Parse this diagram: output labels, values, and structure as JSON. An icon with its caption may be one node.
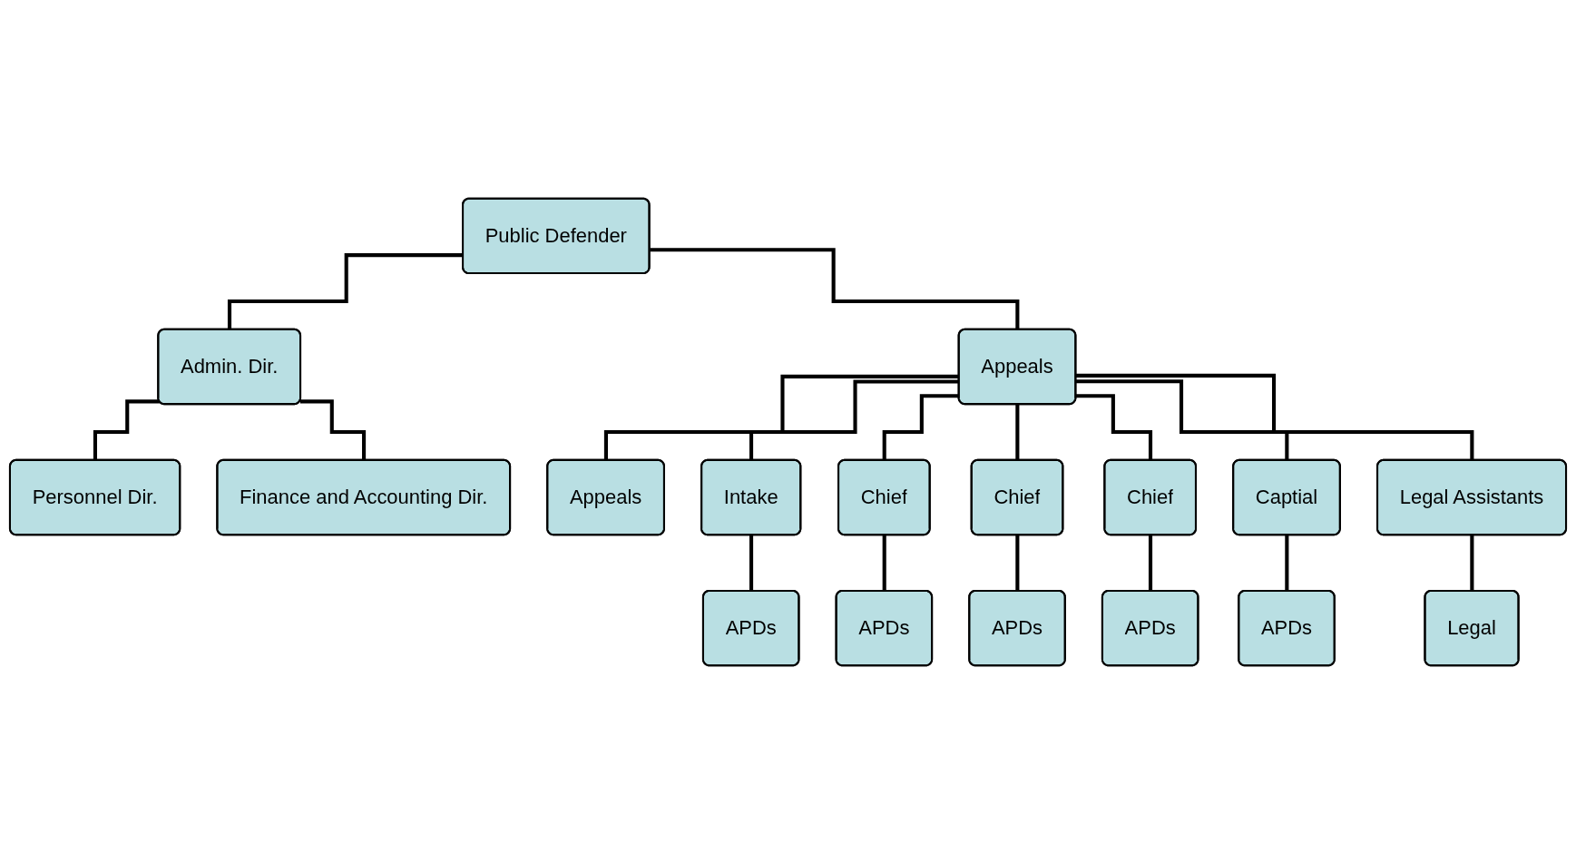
{
  "diagram": {
    "nodes": [
      {
        "text": [
          "Public Defender"
        ]
      },
      {
        "text": [
          "Admin. Dir."
        ]
      },
      {
        "text": [
          "Personnel Dir."
        ]
      },
      {
        "text": [
          "Finance and Accounting Dir."
        ]
      },
      {
        "text": [
          "Appeals"
        ]
      },
      {
        "text": [
          "Appeals"
        ]
      },
      {
        "text": [
          "Intake"
        ]
      },
      {
        "text": [
          "Chief"
        ]
      },
      {
        "text": [
          "Chief"
        ]
      },
      {
        "text": [
          "Chief"
        ]
      },
      {
        "text": [
          "Captial"
        ]
      },
      {
        "text": [
          "Legal Assistants"
        ]
      },
      {
        "text": [
          "APDs"
        ]
      },
      {
        "text": [
          "APDs"
        ]
      },
      {
        "text": [
          "APDs"
        ]
      },
      {
        "text": [
          "APDs"
        ]
      },
      {
        "text": [
          "APDs"
        ]
      },
      {
        "text": [
          "Legal"
        ]
      }
    ],
    "edges": [
      {
        "from": 0,
        "to": 1,
        "arrow": "none"
      },
      {
        "from": 1,
        "to": 2,
        "arrow": "none"
      },
      {
        "from": 1,
        "to": 3,
        "arrow": "none"
      },
      {
        "from": 0,
        "to": 4,
        "arrow": "none"
      },
      {
        "from": 4,
        "to": 5,
        "arrow": "none"
      },
      {
        "from": 4,
        "to": 6,
        "arrow": "none"
      },
      {
        "from": 4,
        "to": 7,
        "arrow": "none"
      },
      {
        "from": 4,
        "to": 8,
        "arrow": "none"
      },
      {
        "from": 4,
        "to": 9,
        "arrow": "none"
      },
      {
        "from": 4,
        "to": 10,
        "arrow": "none"
      },
      {
        "from": 4,
        "to": 11,
        "arrow": "none"
      },
      {
        "from": 6,
        "to": 12,
        "arrow": "none"
      },
      {
        "from": 7,
        "to": 13,
        "arrow": "none"
      },
      {
        "from": 8,
        "to": 14,
        "arrow": "none"
      },
      {
        "from": 9,
        "to": 15,
        "arrow": "none"
      },
      {
        "from": 10,
        "to": 16,
        "arrow": "none"
      },
      {
        "from": 11,
        "to": 17,
        "arrow": "none"
      }
    ]
  }
}
